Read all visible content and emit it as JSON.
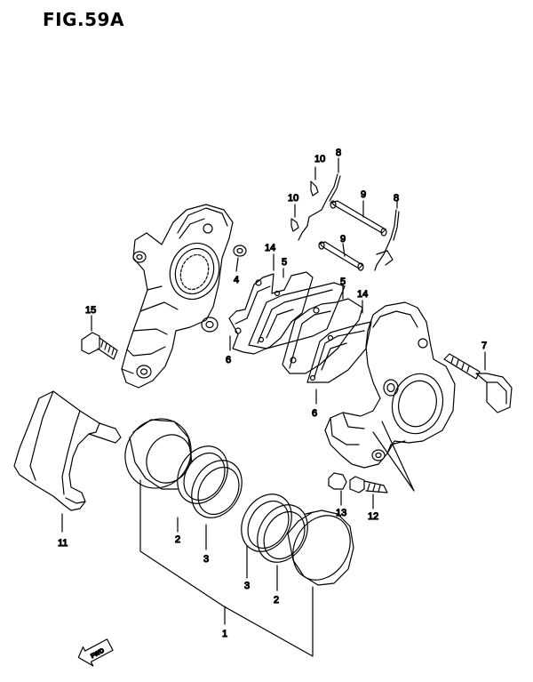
{
  "figure": {
    "title": "FIG.59A"
  },
  "callouts": {
    "c1": "1",
    "c2a": "2",
    "c2b": "2",
    "c3a": "3",
    "c3b": "3",
    "c4": "4",
    "c5a": "5",
    "c5b": "5",
    "c6a": "6",
    "c6b": "6",
    "c7": "7",
    "c8a": "8",
    "c8b": "8",
    "c9a": "9",
    "c9b": "9",
    "c10a": "10",
    "c10b": "10",
    "c11": "11",
    "c12": "12",
    "c13": "13",
    "c14a": "14",
    "c14b": "14",
    "c15": "15"
  },
  "fwd_label": "FWD",
  "colors": {
    "line": "#000000",
    "background": "#ffffff",
    "shade": "#9a9a9a"
  }
}
